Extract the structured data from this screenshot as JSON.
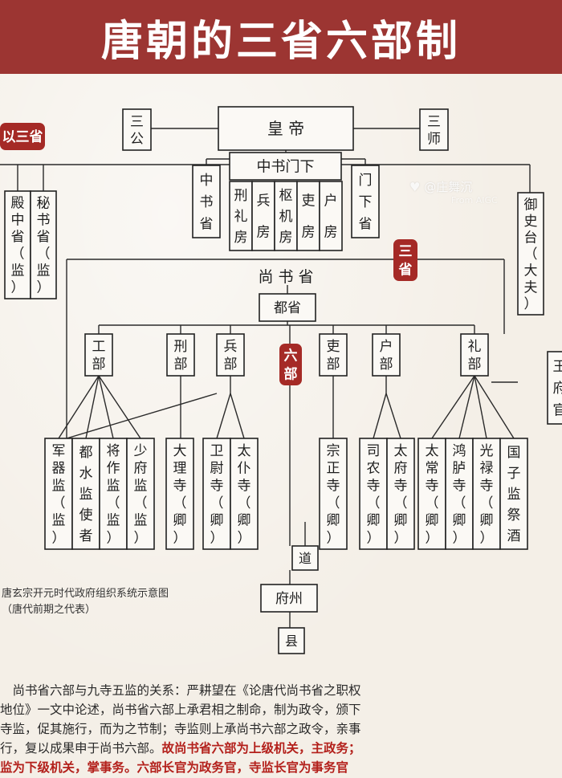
{
  "header": {
    "title": "唐朝的三省六部制"
  },
  "badges": [
    {
      "id": "left",
      "text": "以三省"
    },
    {
      "id": "sansheng",
      "text": "三省"
    },
    {
      "id": "liubu",
      "text": "六部"
    }
  ],
  "nodes": {
    "huangdi": "皇 帝",
    "sangong": "三公",
    "sanshi": "三师",
    "zhongshumenxia": "中书门下",
    "zhongshusheng": "中书省",
    "menxiasheng": "门下省",
    "xingli": "刑礼房",
    "bing_fang": "兵房",
    "shuji": "枢机房",
    "li_fang": "吏房",
    "hu_fang": "户房",
    "dianzhong": "殿中省（监）",
    "mishu": "秘书省（监）",
    "yushitai": "御史台（大夫）",
    "wangfu": "王府官",
    "shangshusheng": "尚 书 省",
    "dusheng": "都省",
    "gongbu": "工部",
    "xingbu": "刑部",
    "bingbu": "兵部",
    "libu_official": "吏部",
    "hubu": "户部",
    "libu_rites": "礼部",
    "junqi": "军器监（监）",
    "dushui": "都水监使者",
    "jiangzuo": "将作监（监）",
    "shaofu": "少府监（监）",
    "dali": "大理寺（卿）",
    "weiwei": "卫尉寺（卿）",
    "taipu": "太仆寺（卿）",
    "zongzheng": "宗正寺（卿）",
    "sinong": "司农寺（卿）",
    "taifu": "太府寺（卿）",
    "taichang": "太常寺（卿）",
    "honglu": "鸿胪寺（卿）",
    "guanglu": "光禄寺（卿）",
    "guozijian": "国子监祭酒",
    "dao": "道",
    "fuzhou": "府州",
    "xian": "县"
  },
  "caption": {
    "line1": "唐玄宗开元时代政府组织系统示意图",
    "line2": "（唐代前期之代表）"
  },
  "watermark": {
    "main": "@庄舞沉",
    "sub": "From AIGC"
  },
  "paragraph": {
    "l1": "　尚书省六部与九寺五监的关系：严耕望在《论唐代尚书省之职权",
    "l2": "地位》一文中论述，尚书省六部上承君相之制命，制为政令，颁下",
    "l3": "寺监，促其施行，而为之节制；寺监则上承尚书六部之政令，亲事",
    "l4a": "行，复以成果申于尚书六部。",
    "l4b": "故尚书省六部为上级机关，主政务；",
    "l5": "监为下级机关，掌事务。六部长官为政务官，寺监长官为事务官"
  }
}
